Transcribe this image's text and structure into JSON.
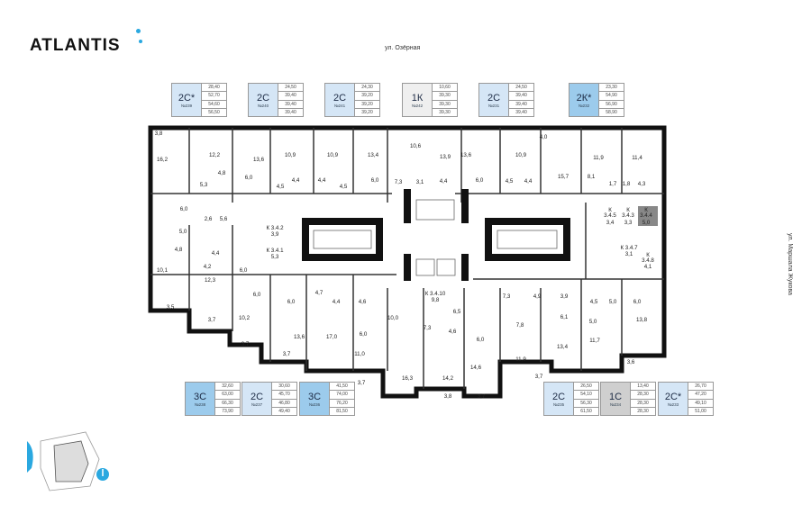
{
  "brand": "ATLANTIS",
  "streets": {
    "top": "ул. Озёрная",
    "right": "ул. Маршала Жукова"
  },
  "colors": {
    "light_blue": "#d5e6f6",
    "mid_blue": "#9ccbec",
    "gray": "#cfcfcf",
    "light_gray": "#efefef",
    "wall": "#111111",
    "accent": "#2aa8e0"
  },
  "apartments_top": [
    {
      "type": "2С*",
      "num": "№239",
      "areas": [
        "28,40",
        "52,70",
        "54,60",
        "56,50"
      ],
      "color": "#d5e6f6"
    },
    {
      "type": "2С",
      "num": "№240",
      "areas": [
        "24,50",
        "39,40",
        "39,40",
        "39,40"
      ],
      "color": "#d5e6f6"
    },
    {
      "type": "2С",
      "num": "№241",
      "areas": [
        "24,30",
        "39,20",
        "39,20",
        "39,20"
      ],
      "color": "#d5e6f6"
    },
    {
      "type": "1К",
      "num": "№242",
      "areas": [
        "10,60",
        "39,30",
        "39,30",
        "39,30"
      ],
      "color": "#efefef"
    },
    {
      "type": "2С",
      "num": "№231",
      "areas": [
        "24,50",
        "39,40",
        "39,40",
        "39,40"
      ],
      "color": "#d5e6f6"
    },
    {
      "type": "2К*",
      "num": "№232",
      "areas": [
        "23,30",
        "54,90",
        "56,90",
        "58,90"
      ],
      "color": "#9ccbec"
    }
  ],
  "apartments_bottom": [
    {
      "type": "3С",
      "num": "№238",
      "areas": [
        "32,60",
        "63,00",
        "66,30",
        "73,90"
      ],
      "color": "#9ccbec"
    },
    {
      "type": "2С",
      "num": "№237",
      "areas": [
        "30,60",
        "45,70",
        "46,80",
        "49,40"
      ],
      "color": "#d5e6f6"
    },
    {
      "type": "3С",
      "num": "№236",
      "areas": [
        "41,50",
        "74,00",
        "76,20",
        "81,50"
      ],
      "color": "#9ccbec"
    },
    {
      "type": "2С",
      "num": "№235",
      "areas": [
        "26,50",
        "54,10",
        "56,30",
        "61,50"
      ],
      "color": "#d5e6f6"
    },
    {
      "type": "1С",
      "num": "№234",
      "areas": [
        "13,40",
        "28,30",
        "28,30",
        "28,30"
      ],
      "color": "#cfcfcf"
    },
    {
      "type": "2С*",
      "num": "№233",
      "areas": [
        "26,70",
        "47,20",
        "49,10",
        "51,00"
      ],
      "color": "#d5e6f6"
    }
  ],
  "room_labels": [
    "3,8",
    "16,2",
    "12,2",
    "4,8",
    "5,3",
    "13,6",
    "6,0",
    "10,9",
    "10,9",
    "4,4",
    "4,5",
    "4,4",
    "4,5",
    "13,4",
    "6,0",
    "10,6",
    "13,9",
    "7,3",
    "3,1",
    "4,4",
    "13,6",
    "6,0",
    "10,9",
    "4,5",
    "4,4",
    "4,0",
    "15,7",
    "11,9",
    "11,4",
    "8,1",
    "1,7",
    "1,8",
    "4,3",
    "6,0",
    "2,6",
    "5,6",
    "5,0",
    "4,8",
    "4,4",
    "4,2",
    "6,0",
    "10,1",
    "12,3",
    "6,0",
    "3,5",
    "3,7",
    "10,2",
    "3,7",
    "К 3.4.2",
    "3,9",
    "К 3.4.1",
    "5,3",
    "6,0",
    "4,7",
    "4,4",
    "4,6",
    "10,0",
    "К 3.4.10",
    "9,8",
    "6,5",
    "7,3",
    "4,6",
    "13,6",
    "17,0",
    "6,0",
    "11,0",
    "3,7",
    "3,7",
    "16,3",
    "14,2",
    "3,8",
    "6,0",
    "14,6",
    "3,7",
    "7,3",
    "4,9",
    "7,8",
    "11,9",
    "3,9",
    "6,1",
    "13,4",
    "3,7",
    "4,5",
    "5,0",
    "5,0",
    "6,0",
    "13,8",
    "11,7",
    "3,6",
    "К",
    "3.4.5",
    "3,4",
    "К",
    "3.4.3",
    "3,3",
    "К",
    "3.4.4",
    "5,0",
    "К 3.4.7",
    "3,1",
    "К",
    "3.4.8",
    "4,1"
  ]
}
